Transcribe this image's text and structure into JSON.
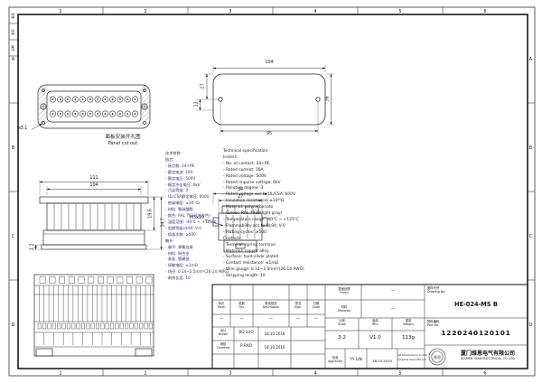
{
  "frame": {
    "cols": [
      "1",
      "2",
      "3",
      "4",
      "5",
      "6"
    ],
    "rows": [
      "A",
      "B",
      "C",
      "D"
    ],
    "corner": [
      "更改",
      "签名",
      "日期"
    ]
  },
  "views": {
    "face": {
      "hole_dia": "ø3.1",
      "label_cn": "面板安装开孔图",
      "label_en": "Panel cut out"
    },
    "cutout": {
      "w_top": "104",
      "w_bottom": "95",
      "h": "36",
      "d27": "27",
      "d12": "12"
    },
    "side": {
      "w111": "111",
      "w104": "104",
      "h196": "19.6",
      "h347": "34.7",
      "t12": "1.2"
    },
    "end": {
      "w34": "34",
      "w27": "27",
      "screw": "M3x10"
    }
  },
  "spec_cn": {
    "lines": [
      "技术参数:",
      "插芯:",
      "-  接点数: 24+PE",
      "-  额定电流: 16A",
      "-  额定电压: 500V",
      "-  额定冲击电压: 6kV",
      "-  污染等级: 3",
      "-  UL/CSA额定电压: 600V",
      "-  绝缘电阻: ≥10¹⁰Ω",
      "-  材料: 聚碳酸酯",
      "-  颜色: RAL 7032(浅灰色)",
      "-  温度范围: -40°C ~ +125°C",
      "-  阻燃等级UL94: V-0",
      "-  插拔次数: ≥500",
      "触头:",
      "-  端子: 弹簧连接",
      "-  材料: 铜合金",
      "-  表面: 镀硬银",
      "-  接触电阻: ≤1mΩ",
      "-  线径: 0.14~2.5mm²(26-14 AWG)",
      "-  剥线长度: 10"
    ]
  },
  "spec_en": {
    "lines": [
      "Technical specification:",
      "Insters:",
      "-  No. of contact: 24+PE",
      "-  Rated current: 16A",
      "-  Rated voltage: 500V",
      "-  Rated impulse voltage: 6kV",
      "-  Pollution degree: 3",
      "-  Rated voltage acc.to UL/CSA: 600V",
      "-  Insulation resistance: ≥10¹⁰Ω",
      "-  Material: polycarbonate",
      "-  Colour: RAL 7032(light gray)",
      "-  Temperature range: -40°C ~ +125°C",
      "-  Flammability acc.to UL94: V-0",
      "-  Mating cycles: ≥500",
      "Contacts:",
      "-  Terminal: spring terminal",
      "-  Material: copper alloy",
      "-  Surface: hard-silver plated",
      "-  Contact resistance: ≤1mΩ",
      "-  Wire gauge: 0.14~2.5mm²(26-14 AWG)",
      "-  Stripping length: 10"
    ]
  },
  "titleblock": {
    "dash": "—",
    "rev_headers": [
      {
        "cn": "标记",
        "en": "Mark"
      },
      {
        "cn": "处数",
        "en": "Qty."
      },
      {
        "cn": "更改描述",
        "en": "Description"
      },
      {
        "cn": "签名",
        "en": "Sign."
      },
      {
        "cn": "日期",
        "en": "Date"
      }
    ],
    "sig_rows": [
      {
        "cn": "设计",
        "en": "Drawn",
        "name": "BQ LUO",
        "date": "18.10.2010"
      },
      {
        "cn": "审核",
        "en": "Checked",
        "name": "P RAO",
        "date": "18.10.2010"
      }
    ],
    "approved": {
      "cn": "批准",
      "en": "Approved",
      "name": "YY LIN",
      "date": "18.10.2010"
    },
    "finish": {
      "cn": "表面处理",
      "en": "Finish",
      "value": "—"
    },
    "material": {
      "cn": "材料",
      "en": "Material",
      "value": "—"
    },
    "scale": {
      "cn": "比例",
      "en": "Scale",
      "value": "3:2"
    },
    "rev": {
      "cn": "版本",
      "en": "REV.",
      "value": "V1.0"
    },
    "weight": {
      "cn": "重量",
      "en": "Weight",
      "value": "113g"
    },
    "note_line1": "All Dimensions in mm",
    "note_line2": "Original Size DIN A 4",
    "drawing_no": {
      "cn": "图样代号",
      "en": "Drawing No.",
      "value": "HE-024-MS B"
    },
    "part_no": {
      "cn": "物料编码",
      "en": "Part No.",
      "value": "1220240120101"
    },
    "company": {
      "cn": "厦门维恩电气有限公司",
      "en": "XIAMEN VIAN ELECTRICAL CO.,LTD",
      "logo": "维恩"
    }
  }
}
